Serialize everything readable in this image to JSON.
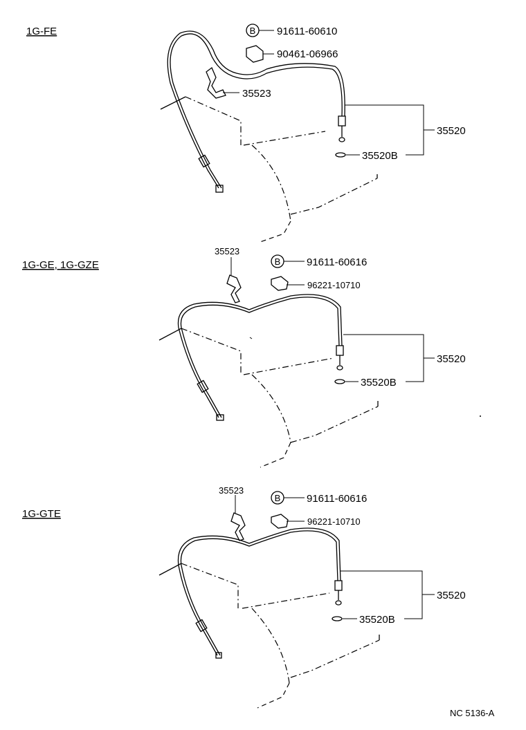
{
  "sections": [
    {
      "title": "1G-FE",
      "parts": {
        "bolt": "91611-60610",
        "clip": "90461-06966",
        "bracket": "35523",
        "cable_assy": "35520",
        "seal": "35520B"
      },
      "bolt_mark": "B"
    },
    {
      "title": "1G-GE, 1G-GZE",
      "parts": {
        "bolt": "91611-60616",
        "clip": "96221-10710",
        "bracket": "35523",
        "cable_assy": "35520",
        "seal": "35520B"
      },
      "bolt_mark": "B"
    },
    {
      "title": "1G-GTE",
      "parts": {
        "bolt": "91611-60616",
        "clip": "96221-10710",
        "bracket": "35523",
        "cable_assy": "35520",
        "seal": "35520B"
      },
      "bolt_mark": "B"
    }
  ],
  "figure_ref": "NC 5136-A"
}
